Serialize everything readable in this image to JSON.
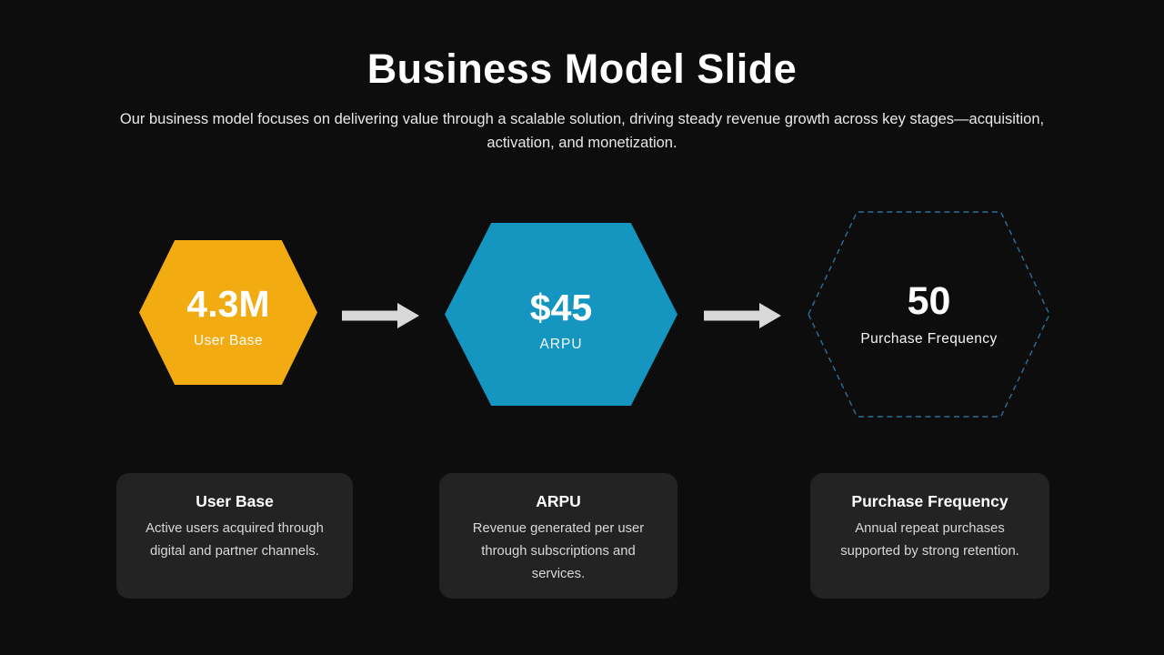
{
  "slide": {
    "title": "Business Model Slide",
    "subtitle": "Our business model focuses on delivering value through a scalable solution, driving steady revenue growth across key stages—acquisition, activation, and monetization.",
    "colors": {
      "background": "#0d0d0d",
      "accent_orange": "#f2ac12",
      "accent_blue": "#1596c0",
      "dashed_outline": "#2e6f96",
      "arrow": "#d9d9d9",
      "card_background": "#232323"
    }
  },
  "stages": [
    {
      "value": "4.3M",
      "label": "User Base",
      "style": "filled-orange"
    },
    {
      "value": "$45",
      "label": "ARPU",
      "style": "filled-blue"
    },
    {
      "value": "50",
      "label": "Purchase Frequency",
      "style": "dashed-outline"
    }
  ],
  "icons": {
    "arrow_1": "arrow-right-icon",
    "arrow_2": "arrow-right-icon"
  },
  "cards": [
    {
      "title": "User Base",
      "description": "Active users acquired through digital and partner channels."
    },
    {
      "title": "ARPU",
      "description": "Revenue generated per user through subscriptions and services."
    },
    {
      "title": "Purchase Frequency",
      "description": "Annual repeat purchases supported by strong retention."
    }
  ]
}
